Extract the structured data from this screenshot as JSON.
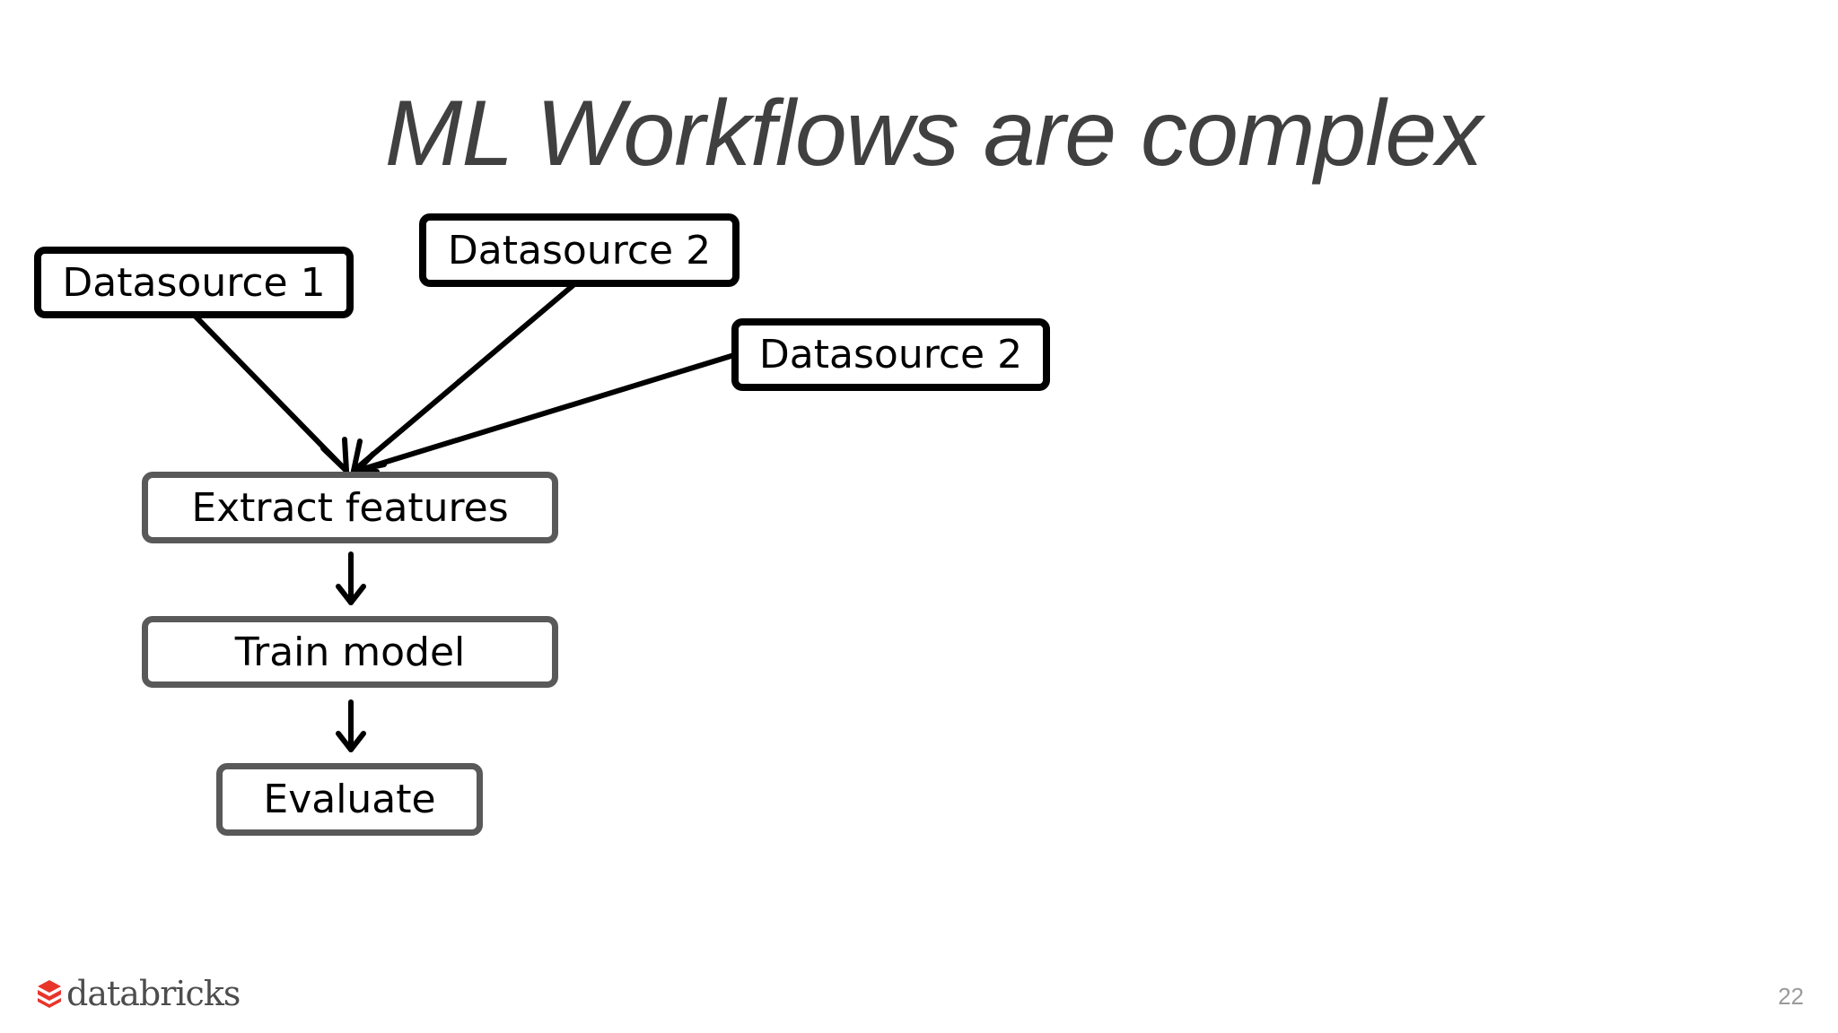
{
  "slide": {
    "title": "ML Workflows are complex",
    "page_number": "22",
    "logo_text": "databricks",
    "logo_icon": "databricks-stack-icon",
    "colors": {
      "title": "#404040",
      "box_dark": "#000000",
      "box_grey": "#595959",
      "logo_red": "#e8352a"
    }
  },
  "diagram": {
    "sources": [
      {
        "label": "Datasource 1"
      },
      {
        "label": "Datasource 2"
      },
      {
        "label": "Datasource 2"
      }
    ],
    "steps": [
      {
        "label": "Extract features"
      },
      {
        "label": "Train model"
      },
      {
        "label": "Evaluate"
      }
    ]
  }
}
